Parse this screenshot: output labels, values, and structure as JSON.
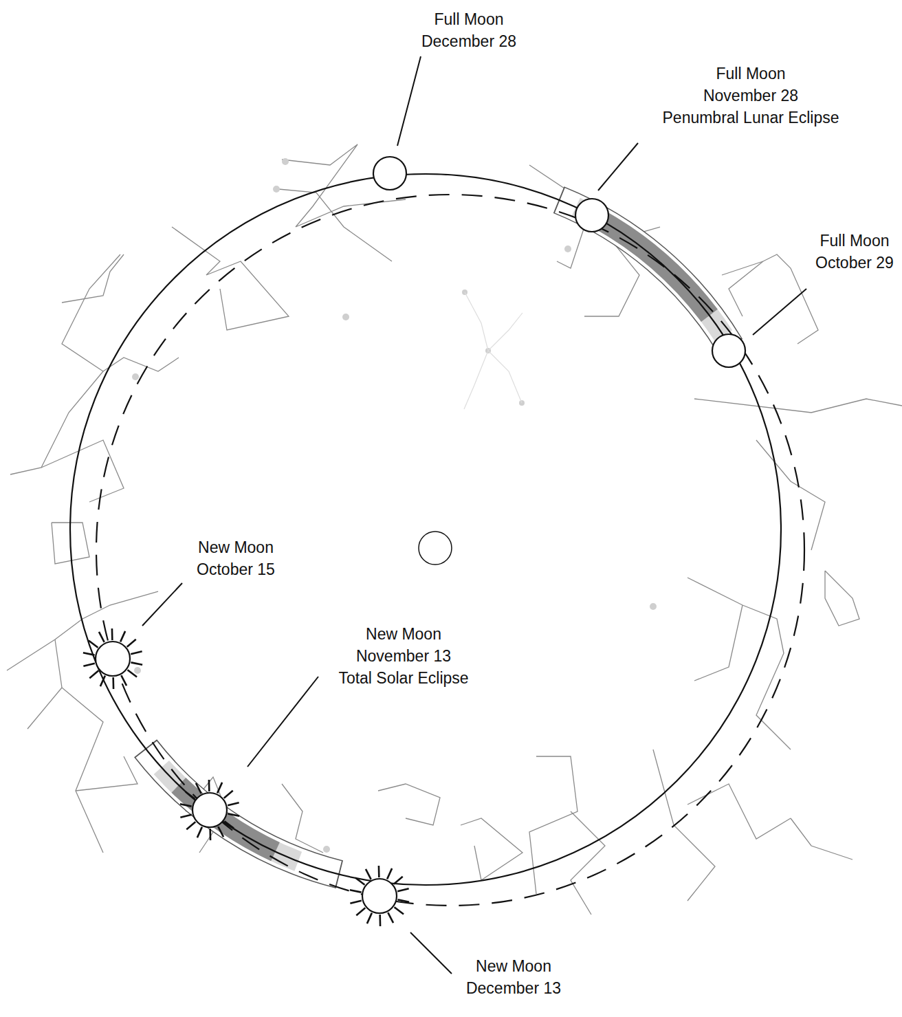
{
  "diagram": {
    "labels": [
      "Full Moon December 28",
      "Full Moon November 28 Penumbral Lunar Eclipse",
      "Full Moon October 29",
      "New Moon October 15",
      "New Moon November 13 Total Solar Eclipse",
      "New Moon December 13"
    ]
  }
}
